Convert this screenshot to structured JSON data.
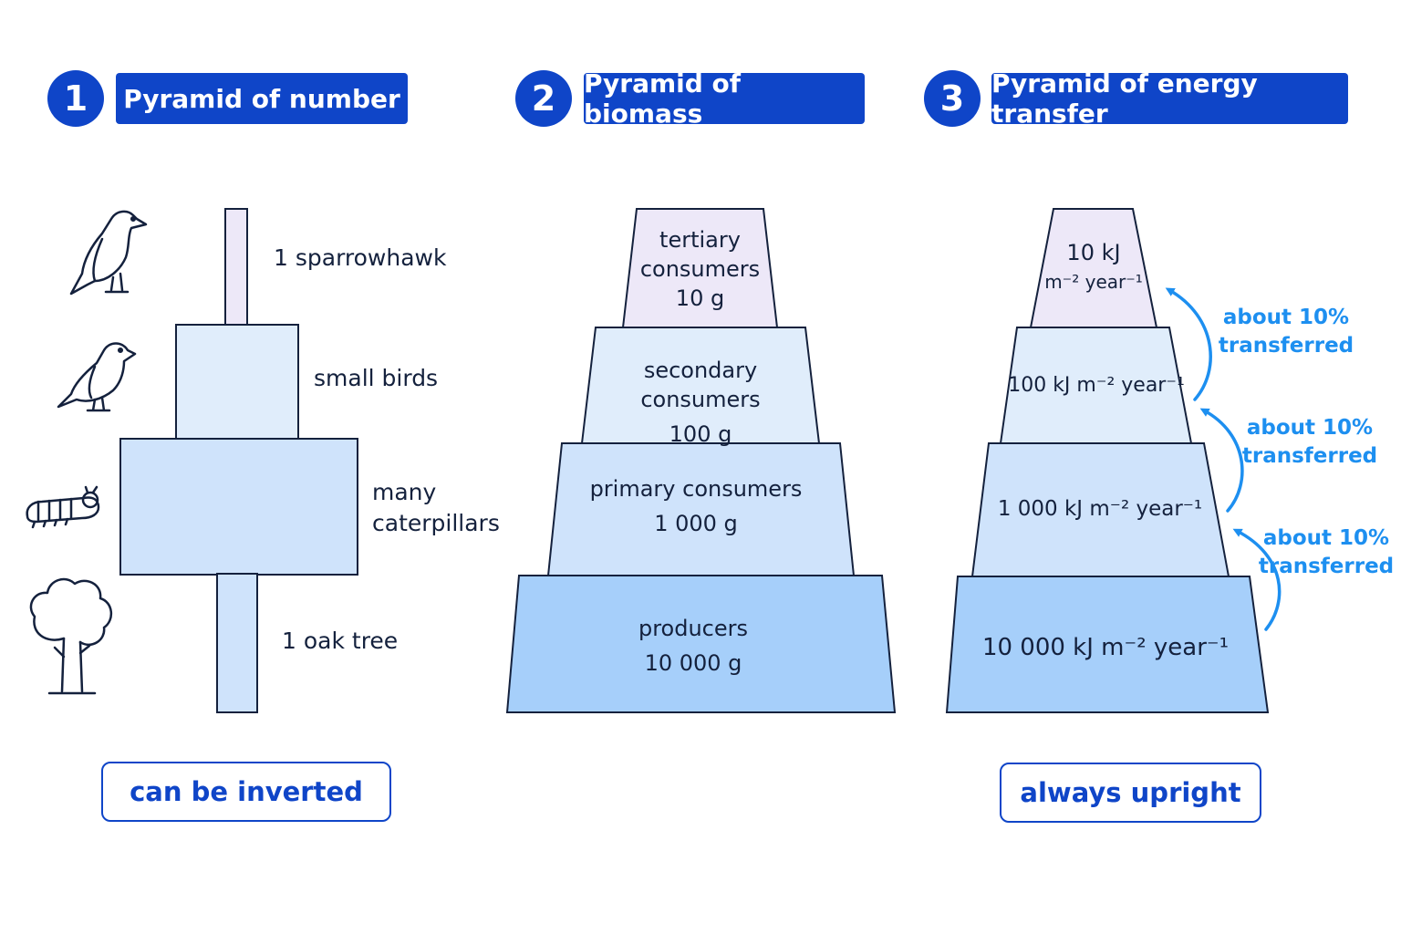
{
  "colors": {
    "accent": "#0f45c8",
    "arrow": "#1d8ff0",
    "tier_top": "#ede8f8",
    "tier_2": "#e0edfb",
    "tier_3": "#cfe3fb",
    "tier_base": "#a6cffa",
    "outline": "#14213d"
  },
  "panels": [
    {
      "number": "1",
      "title": "Pyramid of number",
      "levels": [
        {
          "label": "1 sparrowhawk",
          "icon": "sparrowhawk-icon"
        },
        {
          "label": "small birds",
          "icon": "small-bird-icon"
        },
        {
          "label_lines": [
            "many",
            "caterpillars"
          ],
          "icon": "caterpillar-icon"
        },
        {
          "label": "1 oak tree",
          "icon": "oak-tree-icon"
        }
      ],
      "note": "can be inverted"
    },
    {
      "number": "2",
      "title": "Pyramid of biomass",
      "levels": [
        {
          "lines": [
            "tertiary",
            "consumers",
            "10 g"
          ]
        },
        {
          "lines": [
            "secondary consumers",
            "100 g"
          ]
        },
        {
          "lines": [
            "primary consumers",
            "1 000 g"
          ]
        },
        {
          "lines": [
            "producers",
            "10 000 g"
          ]
        }
      ]
    },
    {
      "number": "3",
      "title": "Pyramid of energy transfer",
      "levels": [
        {
          "lines": [
            "10 kJ",
            "m⁻² year⁻¹"
          ]
        },
        {
          "lines": [
            "100 kJ m⁻² year⁻¹"
          ]
        },
        {
          "lines": [
            "1 000 kJ m⁻² year⁻¹"
          ]
        },
        {
          "lines": [
            "10 000 kJ m⁻² year⁻¹"
          ]
        }
      ],
      "transfer_labels": [
        [
          "about 10%",
          "transferred"
        ],
        [
          "about 10%",
          "transferred"
        ],
        [
          "about 10%",
          "transferred"
        ]
      ],
      "note": "always upright"
    }
  ]
}
